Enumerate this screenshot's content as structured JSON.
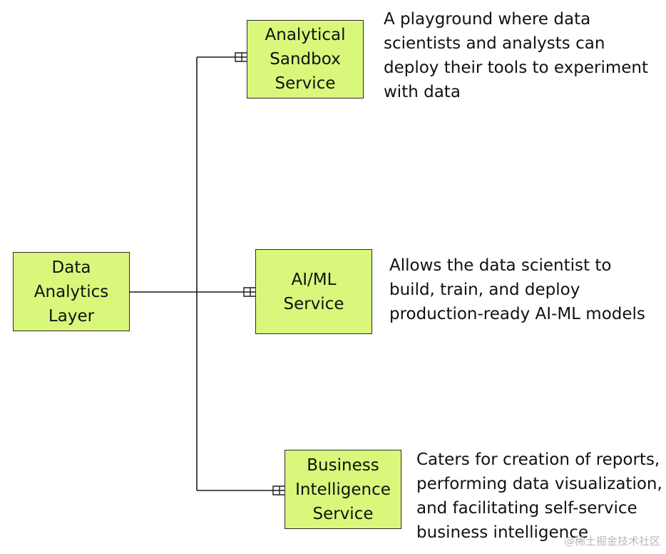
{
  "root": {
    "lines": [
      "Data",
      "Analytics",
      "Layer"
    ]
  },
  "services": [
    {
      "lines": [
        "Analytical",
        "Sandbox",
        "Service"
      ],
      "description": [
        "A playground where data",
        "scientists and analysts can",
        "deploy their tools to experiment",
        "with data"
      ]
    },
    {
      "lines": [
        "AI/ML",
        "Service"
      ],
      "description": [
        "Allows the data scientist to",
        "build, train, and deploy",
        "production-ready AI-ML models"
      ]
    },
    {
      "lines": [
        "Business",
        "Intelligence",
        "Service"
      ],
      "description": [
        "Caters for creation of reports,",
        "performing data visualization,",
        "and facilitating self-service",
        "business intelligence"
      ]
    }
  ],
  "watermark": "@稀土掘金技术社区",
  "colors": {
    "box_fill": "#d9f77a",
    "border": "#2b2b2b",
    "connector": "#1a1a1a"
  }
}
